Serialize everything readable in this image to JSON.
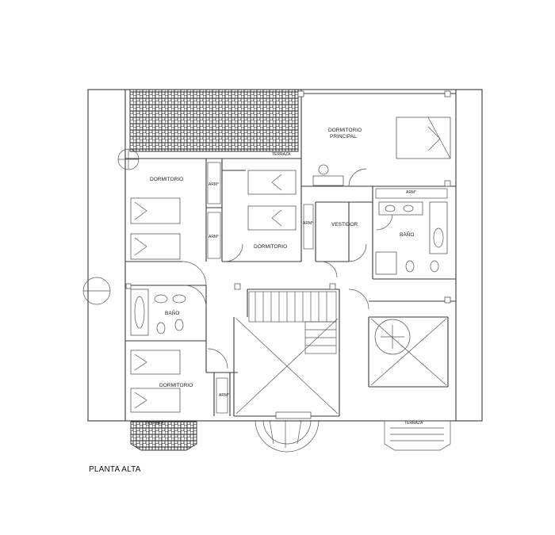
{
  "plan": {
    "title": "PLANTA ALTA",
    "rooms": {
      "dormitorio_principal_1": "DORMITORIO",
      "dormitorio_principal_2": "PRINCIPAL",
      "dormitorio_left": "DORMITORIO",
      "dormitorio_center": "DORMITORIO",
      "dormitorio_lower": "DORMITORIO",
      "vestidor": "VESTIDOR",
      "bano_right": "BAÑO",
      "bano_left": "BAÑO",
      "arm_left_1": "ARM°",
      "arm_left_2": "ARM°",
      "arm_center": "ARM°",
      "arm_right": "ARM°",
      "arm_lower": "ARM°",
      "terraza_top": "TERRAZA",
      "terraza_bottom_left": "TERRAZA",
      "terraza_bottom_right": "TERRAZA"
    }
  }
}
